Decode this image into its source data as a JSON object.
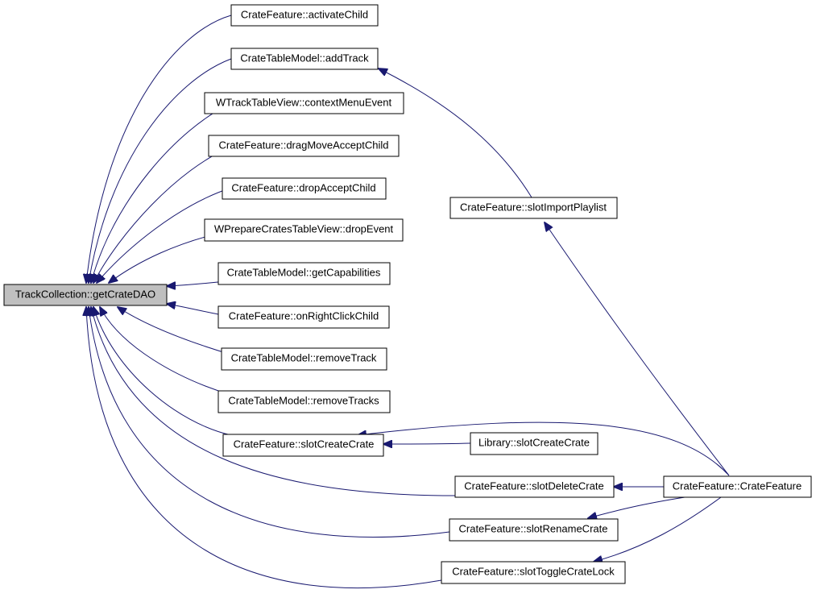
{
  "graph": {
    "nodes": {
      "get_crate_dao": "TrackCollection::getCrateDAO",
      "activate_child": "CrateFeature::activateChild",
      "add_track": "CrateTableModel::addTrack",
      "context_menu_event": "WTrackTableView::contextMenuEvent",
      "drag_move_accept_child": "CrateFeature::dragMoveAcceptChild",
      "drop_accept_child": "CrateFeature::dropAcceptChild",
      "drop_event": "WPrepareCratesTableView::dropEvent",
      "get_capabilities": "CrateTableModel::getCapabilities",
      "on_right_click_child": "CrateFeature::onRightClickChild",
      "remove_track": "CrateTableModel::removeTrack",
      "remove_tracks": "CrateTableModel::removeTracks",
      "slot_create_crate": "CrateFeature::slotCreateCrate",
      "slot_delete_crate": "CrateFeature::slotDeleteCrate",
      "slot_rename_crate": "CrateFeature::slotRenameCrate",
      "slot_toggle_crate_lock": "CrateFeature::slotToggleCrateLock",
      "slot_import_playlist": "CrateFeature::slotImportPlaylist",
      "library_slot_create_crate": "Library::slotCreateCrate",
      "crate_feature_ctor": "CrateFeature::CrateFeature"
    },
    "edge_color": "#191970",
    "root_fill": "#bfbfbf"
  }
}
